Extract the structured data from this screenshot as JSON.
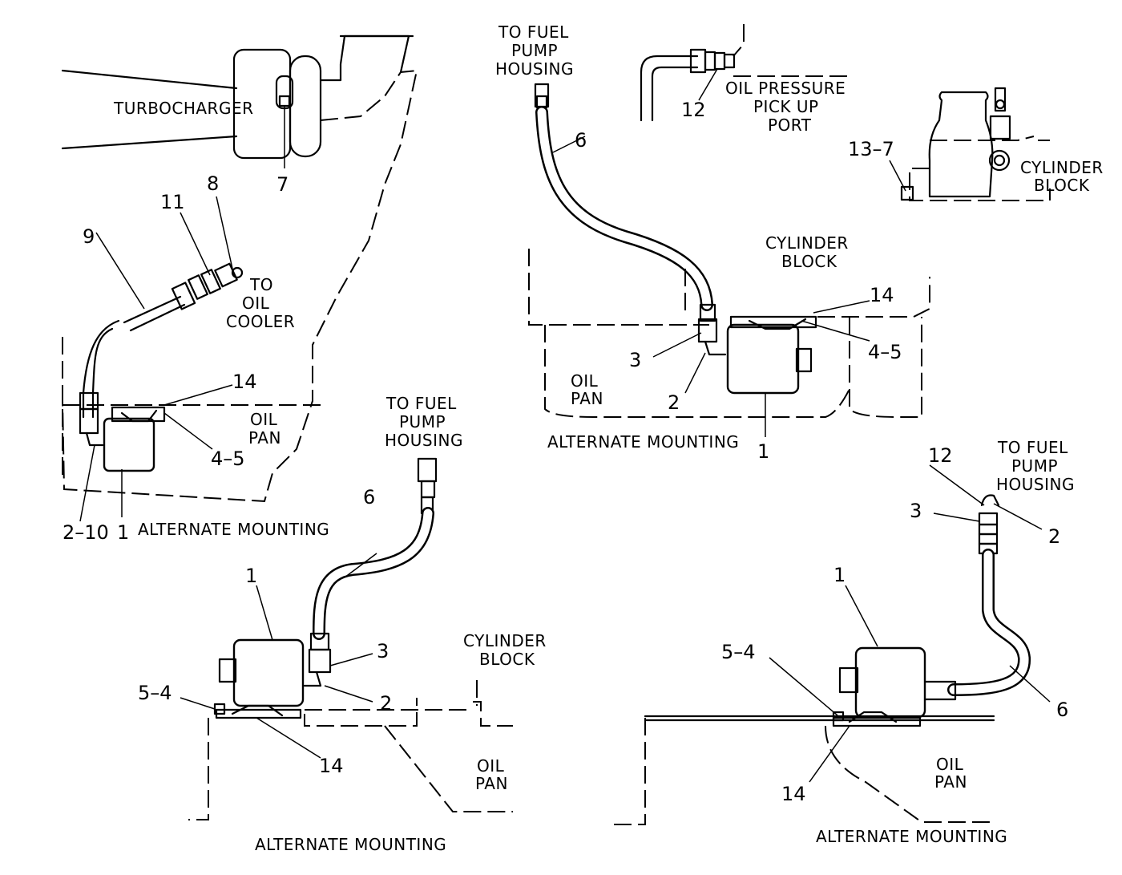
{
  "labels": {
    "turbocharger": "TURBOCHARGER",
    "to_fuel_pump_1": "TO FUEL",
    "to_fuel_pump_2": "PUMP",
    "to_fuel_pump_3": "HOUSING",
    "oil_pressure_1": "OIL PRESSURE",
    "oil_pressure_2": "PICK UP",
    "oil_pressure_3": "PORT",
    "cylinder": "CYLINDER",
    "block": "BLOCK",
    "to": "TO",
    "oil": "OIL",
    "cooler": "COOLER",
    "pan": "PAN",
    "alternate_mounting": "ALTERNATE MOUNTING"
  },
  "callouts": {
    "n1": "1",
    "n2": "2",
    "n3": "3",
    "n6": "6",
    "n7": "7",
    "n8": "8",
    "n9": "9",
    "n11": "11",
    "n12": "12",
    "n14": "14",
    "n4_5": "4–5",
    "n5_4": "5–4",
    "n2_10": "2–10",
    "n13_7": "13–7"
  }
}
